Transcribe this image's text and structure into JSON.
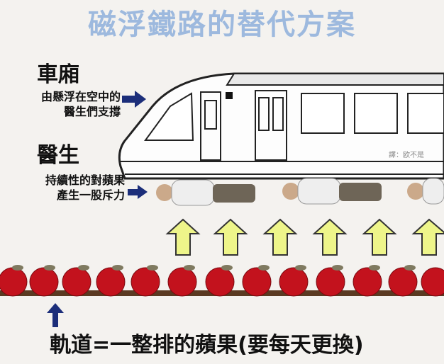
{
  "title": "磁浮鐵路的替代方案",
  "labels": {
    "carriage": "車廂",
    "carriage_desc_line1": "由懸浮在空中的",
    "carriage_desc_line2": "醫生們支撐",
    "doctors": "醫生",
    "doctors_desc_line1": "持續性的對蘋果",
    "doctors_desc_line2": "產生一股斥力"
  },
  "caption": "軌道=一整排的蘋果(要每天更換)",
  "watermark": "譯：欧不是"
}
